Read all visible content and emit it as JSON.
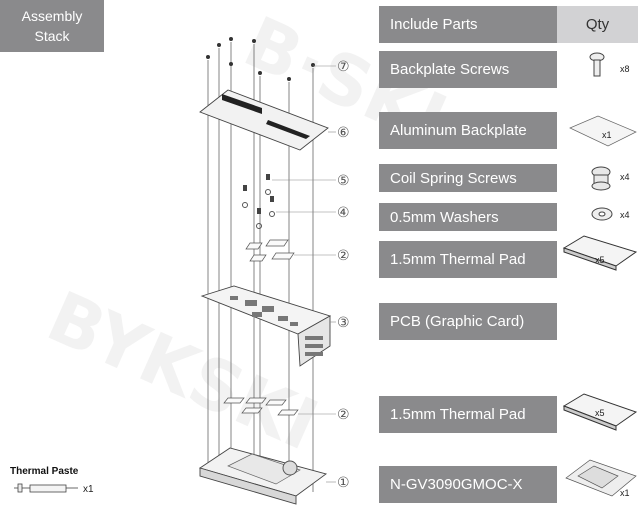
{
  "assembly_title": "Assembly Stack",
  "table_header": {
    "parts": "Include Parts",
    "qty": "Qty"
  },
  "parts": [
    {
      "label": "Backplate Screws",
      "qty": "x8"
    },
    {
      "label": "Aluminum Backplate",
      "qty": "x1"
    },
    {
      "label": "Coil Spring Screws",
      "qty": "x4"
    },
    {
      "label": "0.5mm Washers",
      "qty": "x4"
    },
    {
      "label": "1.5mm Thermal Pad",
      "qty": "x5"
    },
    {
      "label": "PCB (Graphic Card)",
      "qty": ""
    },
    {
      "label": "1.5mm Thermal Pad",
      "qty": "x5"
    },
    {
      "label": "N-GV3090GMOC-X",
      "qty": "x1"
    }
  ],
  "thermal_paste": {
    "label": "Thermal Paste",
    "qty": "x1"
  },
  "layer_numbers": [
    "⑦",
    "⑥",
    "⑤",
    "④",
    "②",
    "③",
    "②",
    "①"
  ],
  "colors": {
    "label_bg": "#8a8a8c",
    "qty_bg": "#d2d2d4",
    "line": "#555555"
  }
}
